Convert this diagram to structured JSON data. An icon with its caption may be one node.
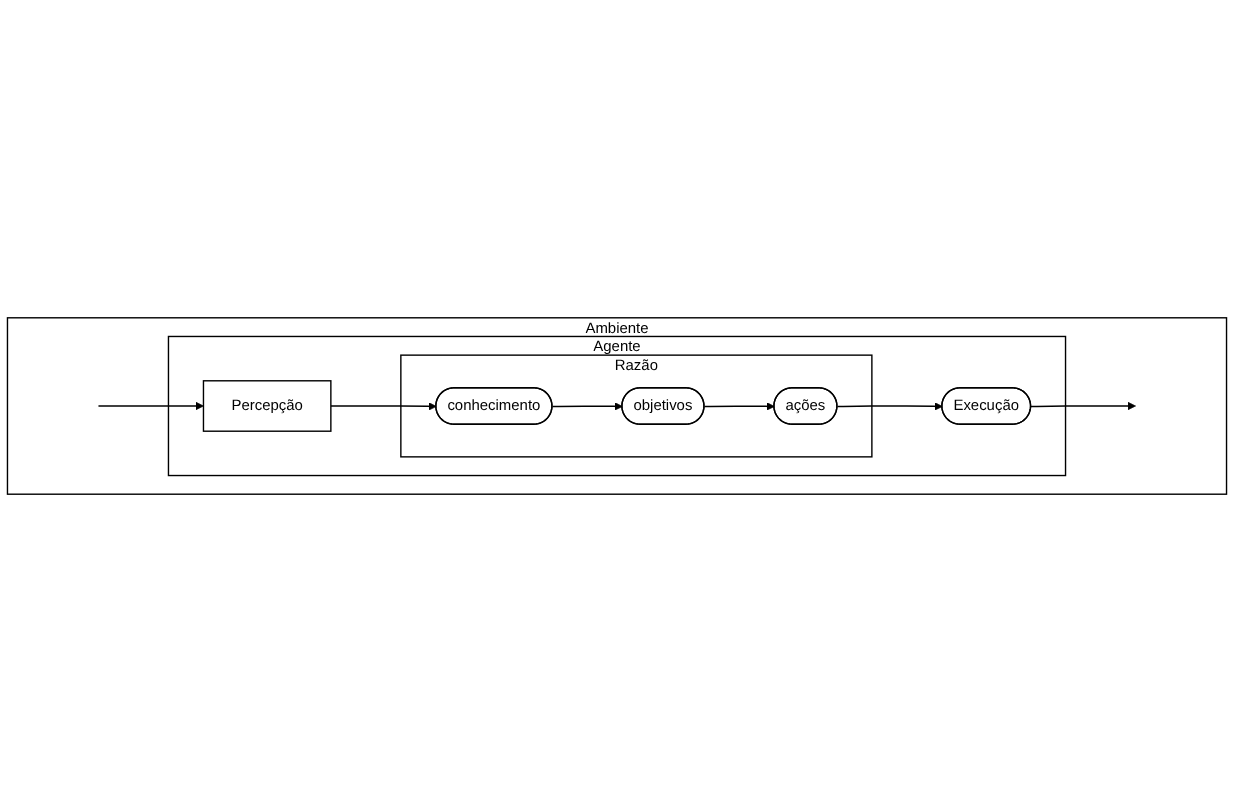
{
  "diagram": {
    "nodes": [
      {
        "text": [
          "Ambiente"
        ]
      },
      {
        "text": [
          "Agente"
        ],
        "in": 0
      },
      {
        "text": [
          "Percepção"
        ],
        "in": 1
      },
      {
        "text": [
          "Execução"
        ],
        "in": 1
      },
      {
        "text": [
          "Razão"
        ],
        "in": 1
      },
      {
        "text": [
          "conhecimento"
        ],
        "in": 4
      },
      {
        "text": [
          "objetivos"
        ],
        "in": 4
      },
      {
        "text": [
          "ações"
        ],
        "in": 4
      }
    ],
    "edges": [
      {
        "from": null,
        "to": 2,
        "arrow": "to"
      },
      {
        "from": 2,
        "to": 5,
        "arrow": "to"
      },
      {
        "from": 5,
        "to": 6,
        "arrow": "to"
      },
      {
        "from": 6,
        "to": 7,
        "arrow": "to"
      },
      {
        "from": 7,
        "to": 3,
        "arrow": "to"
      },
      {
        "from": 3,
        "to": null,
        "arrow": "to"
      }
    ]
  }
}
